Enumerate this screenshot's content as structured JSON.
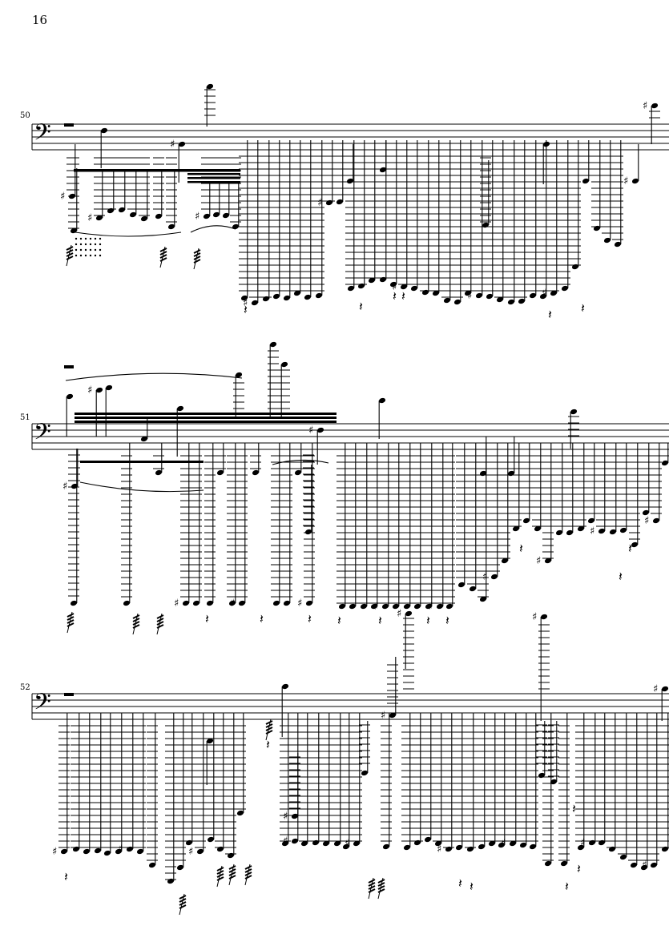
{
  "page": {
    "number": "16"
  },
  "systems": [
    {
      "measure": "50"
    },
    {
      "measure": "51"
    },
    {
      "measure": "52"
    }
  ],
  "colors": {
    "ink": "#000000",
    "paper": "#ffffff"
  },
  "icons": {
    "clef": "bass-clef-icon",
    "rest": "quarter-rest-icon",
    "note": "notehead-icon"
  }
}
